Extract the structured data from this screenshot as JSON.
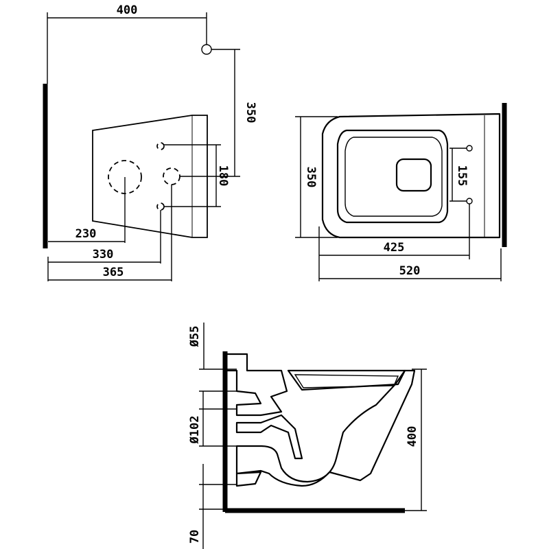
{
  "dimensions": {
    "top_width": "400",
    "anchor_height": "350",
    "bolt_spacing": "180",
    "d230": "230",
    "d330": "330",
    "d365": "365",
    "top_depth": "350",
    "seat_bolts": "155",
    "d425": "425",
    "d520": "520",
    "flush_pipe": "Ø55",
    "drain_pipe": "Ø102",
    "side_height": "400",
    "floor_offset": "70"
  }
}
